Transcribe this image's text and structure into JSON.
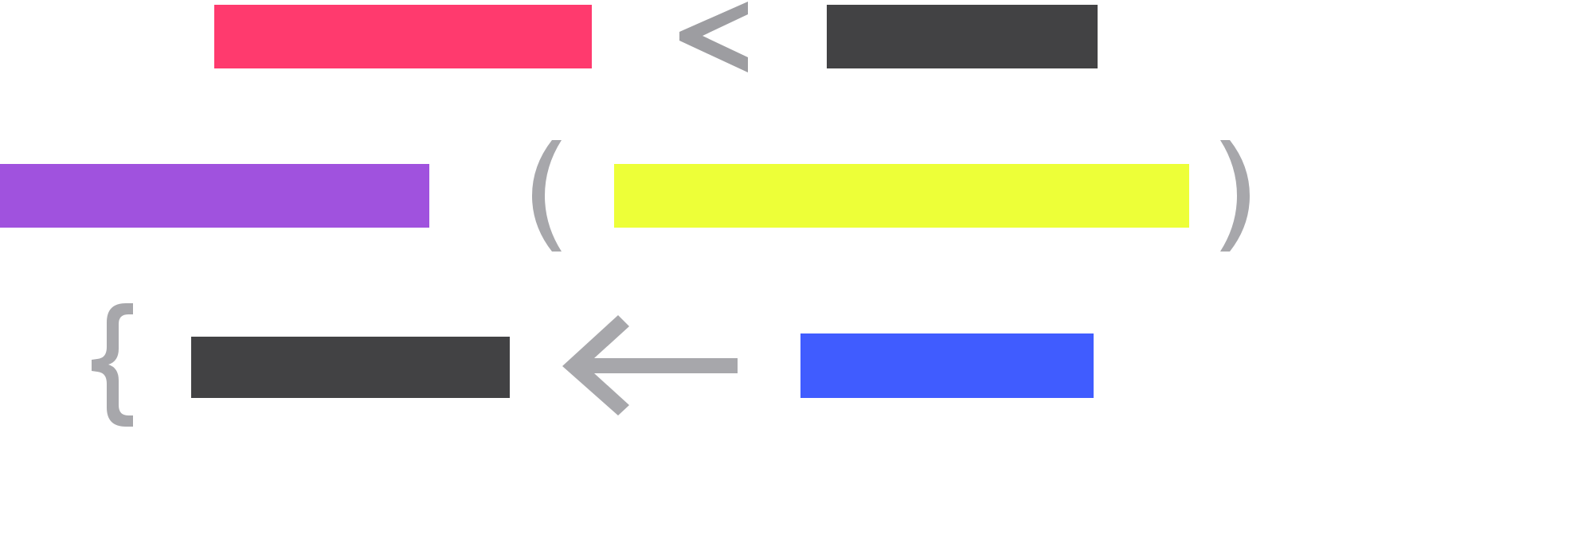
{
  "colors": {
    "red": "#FF3A6E",
    "dark": "#424244",
    "purple": "#A052DE",
    "yellow": "#EDFF38",
    "blue": "#405CFF",
    "glyph": "#A7A7AB"
  },
  "rows": [
    {
      "left_bar": "red",
      "symbol": "less-than",
      "right_bar": "dark"
    },
    {
      "left_bar": "purple",
      "symbol": "parentheses",
      "right_bar": "yellow"
    },
    {
      "left_bar": "dark",
      "symbol": "left-arrow",
      "right_bar": "blue",
      "prefix": "left-brace"
    }
  ]
}
